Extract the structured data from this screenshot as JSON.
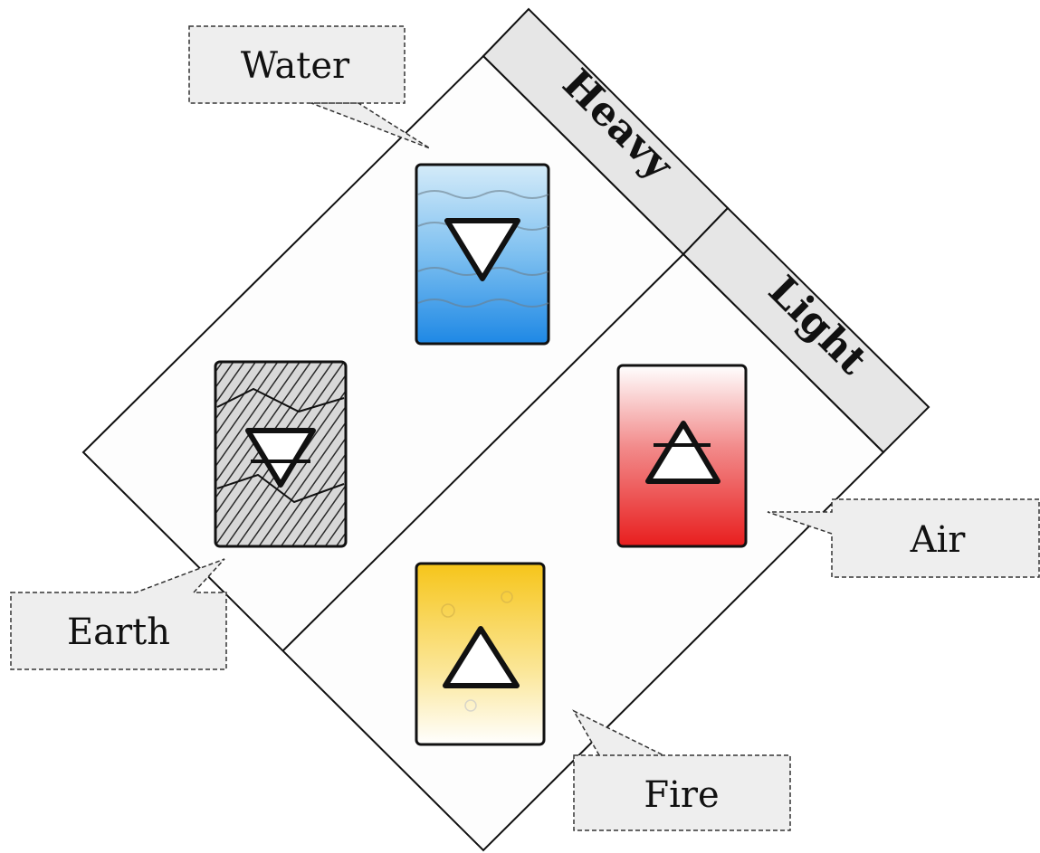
{
  "regions": {
    "heavy_label": "Heavy",
    "light_label": "Light"
  },
  "elements": [
    {
      "id": "water",
      "callout": "Water",
      "symbol": "water-triangle-icon",
      "colors": [
        "#cfe6f7",
        "#1e88e5"
      ]
    },
    {
      "id": "earth",
      "callout": "Earth",
      "symbol": "earth-triangle-icon",
      "colors": [
        "#f2f2f2",
        "#3a3a3a"
      ]
    },
    {
      "id": "air",
      "callout": "Air",
      "symbol": "air-triangle-icon",
      "colors": [
        "#ffffff",
        "#e53935"
      ]
    },
    {
      "id": "fire",
      "callout": "Fire",
      "symbol": "fire-triangle-icon",
      "colors": [
        "#f6c61a",
        "#ffffff"
      ]
    }
  ],
  "colors": {
    "band_fill": "#e6e6e6",
    "callout_fill": "#eeeeee",
    "stroke": "#111111"
  }
}
